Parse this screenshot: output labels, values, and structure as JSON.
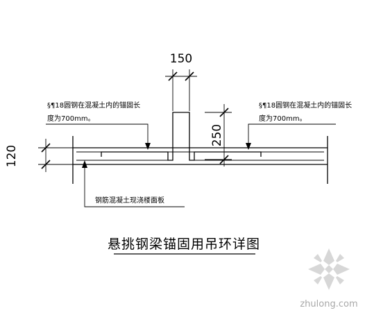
{
  "dimensions": {
    "top_width": "150",
    "loop_height": "250",
    "slab_thickness": "120"
  },
  "notes": {
    "left_line1": "§¶18圆钢在混凝土内的锚固长",
    "left_line2": "度为700mm。",
    "right_line1": "§¶18圆钢在混凝土内的锚固长",
    "right_line2": "度为700mm。",
    "slab": "钢筋混凝土现浇楼面板"
  },
  "title": "悬挑钢梁锚固用吊环详图",
  "watermark": {
    "site": "zhulong.com"
  },
  "colors": {
    "line": "#000000",
    "watermark": "#b8b8b8"
  }
}
